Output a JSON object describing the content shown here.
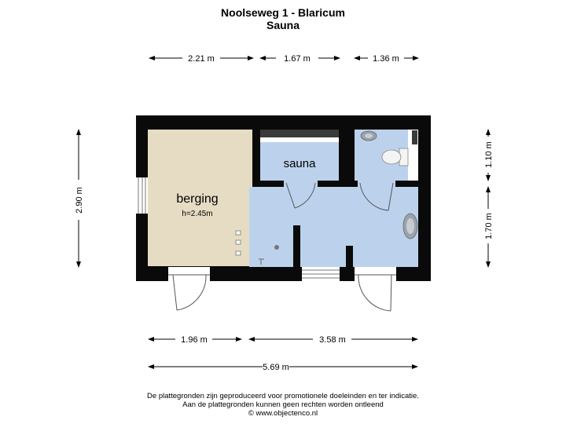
{
  "header": {
    "address": "Noolseweg 1 - Blaricum",
    "subtitle": "Sauna"
  },
  "dimensions": {
    "top": [
      "2.21 m",
      "1.67 m",
      "1.36 m"
    ],
    "bottom": [
      "1.96 m",
      "3.58 m"
    ],
    "total": "5.69 m",
    "left": "2.90 m",
    "right": [
      "1.10 m",
      "1.70 m"
    ]
  },
  "rooms": {
    "berging": {
      "name": "berging",
      "height": "h=2.45m"
    },
    "sauna": {
      "name": "sauna"
    }
  },
  "colors": {
    "wall": "#0a0a0a",
    "storage_fill": "#e6dcc4",
    "wet_fill": "#bcd2ec",
    "bench": "#3a3a3a"
  },
  "footer": {
    "line1": "De plattegronden zijn geproduceerd voor promotionele doeleinden en ter indicatie.",
    "line2": "Aan de plattegronden kunnen geen rechten worden ontleend",
    "line3": "© www.objectenco.nl"
  }
}
